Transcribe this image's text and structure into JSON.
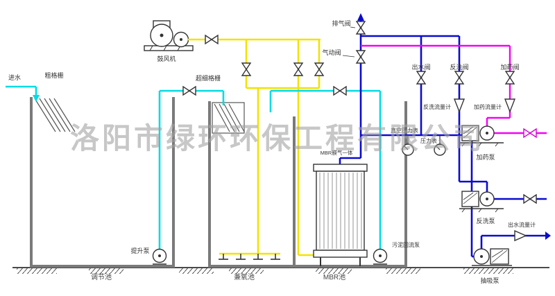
{
  "diagram": {
    "watermark": "洛阳市绿环环保工程有限公司",
    "labels": {
      "influent": "进水",
      "coarse_screen": "粗格栅",
      "blower": "鼓风机",
      "fine_screen": "超细格栅",
      "exhaust_valve": "排气阀",
      "pneumatic_valve": "气动阀",
      "outlet_valve": "出水阀",
      "backwash_valve": "反洗阀",
      "dosing_valve": "加药阀",
      "backwash_flowmeter": "反洗流量计",
      "dosing_flowmeter": "加药流量计",
      "vacuum_gauge": "真空压力表",
      "pressure_gauge": "压力表",
      "mbr_module": "MBR膜气一体",
      "lift_pump": "提升泵",
      "sludge_return_pump": "污泥回流泵",
      "dosing_pump": "加药泵",
      "backwash_pump": "反洗泵",
      "suction_pump": "抽吸泵",
      "outlet_flowmeter": "出水流量计",
      "tank_regulation": "调节池",
      "tank_facultative": "兼氧池",
      "tank_mbr": "MBR池"
    },
    "colors": {
      "water": "#00dce4",
      "air": "#f2e300",
      "permeate": "#0a0ad0",
      "chemical": "#f400f4"
    }
  }
}
